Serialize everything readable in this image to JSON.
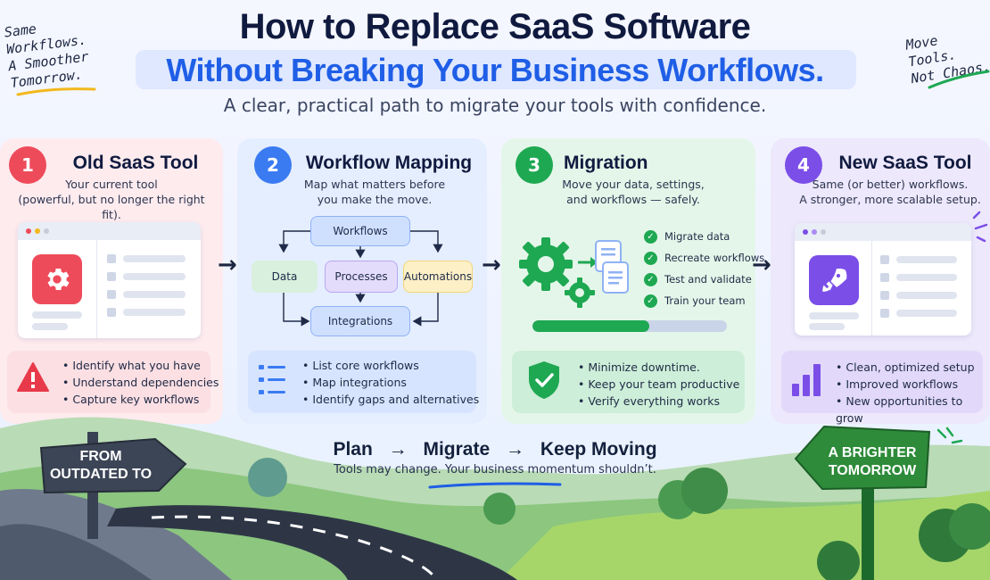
{
  "header": {
    "title": "How to Replace SaaS Software",
    "highlight": "Without Breaking Your Business Workflows.",
    "subtitle": "A clear, practical path to migrate your tools with confidence.",
    "note_left": [
      "Same",
      "Workflows.",
      "A Smoother",
      "Tomorrow."
    ],
    "note_right": [
      "Move Tools.",
      "Not Chaos."
    ]
  },
  "steps": [
    {
      "number": "1",
      "title": "Old SaaS Tool",
      "desc": [
        "Your current tool",
        "(powerful, but no longer the right fit)."
      ],
      "icon": "gear-icon",
      "bullets": [
        "Identify what you have",
        "Understand dependencies",
        "Capture key workflows"
      ],
      "panel_icon": "warning-icon"
    },
    {
      "number": "2",
      "title": "Workflow Mapping",
      "desc": [
        "Map what matters before",
        "you make the move."
      ],
      "flow": {
        "top": "Workflows",
        "left": "Data",
        "center": "Processes",
        "right": "Automations",
        "bottom": "Integrations"
      },
      "bullets": [
        "List core workflows",
        "Map integrations",
        "Identify gaps and alternatives"
      ],
      "panel_icon": "list-icon"
    },
    {
      "number": "3",
      "title": "Migration",
      "desc": [
        "Move your data, settings,",
        "and workflows — safely."
      ],
      "checks": [
        "Migrate data",
        "Recreate workflows",
        "Test and validate",
        "Train your team"
      ],
      "progress": 0.6,
      "bullets": [
        "Minimize downtime.",
        "Keep your team productive",
        "Verify everything works"
      ],
      "panel_icon": "shield-check-icon"
    },
    {
      "number": "4",
      "title": "New SaaS Tool",
      "desc": [
        "Same (or better) workflows.",
        "A stronger, more scalable setup."
      ],
      "icon": "rocket-icon",
      "bullets": [
        "Clean, optimized setup",
        "Improved workflows",
        "New opportunities to grow"
      ],
      "panel_icon": "bar-chart-icon"
    }
  ],
  "bottom": {
    "plan": [
      "Plan",
      "Migrate",
      "Keep Moving"
    ],
    "tagline": "Tools may change. Your business momentum shouldn’t.",
    "sign_left": [
      "FROM",
      "OUTDATED TO"
    ],
    "sign_right": [
      "A BRIGHTER",
      "TOMORROW"
    ]
  },
  "colors": {
    "step1": "#ee4b5a",
    "step2": "#3a7bf2",
    "step3": "#1ea852",
    "step4": "#7b4ee8",
    "accent_blue": "#1f5ee6"
  }
}
